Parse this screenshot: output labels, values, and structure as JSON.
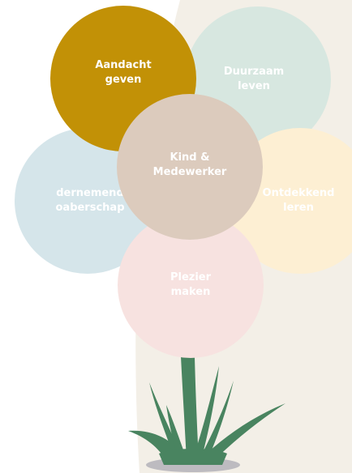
{
  "colors": {
    "background": "#ffffff",
    "beige_panel": "#f3efe7",
    "aandacht": "#c29106",
    "duurzaam": "#d7e7e0",
    "ontdekkend": "#fdefd3",
    "verbinding": "#d5e5ea",
    "plezier": "#f7e2e0",
    "center": "#dccbbd",
    "leaves": "#498460",
    "pot_shadow": "#bdbbc0",
    "label_text": "#ffffff"
  },
  "petals": {
    "aandacht": {
      "line1": "Aandacht",
      "line2": "geven"
    },
    "duurzaam": {
      "line1": "Duurzaam",
      "line2": "leven"
    },
    "center": {
      "line1": "Kind &",
      "line2": "Medewerker"
    },
    "verbinding": {
      "line1": "dernemend",
      "line2": "oaberschap"
    },
    "ontdekkend": {
      "line1": "Ontdekkend",
      "line2": "leren"
    },
    "plezier": {
      "line1": "Plezier",
      "line2": "maken"
    }
  }
}
